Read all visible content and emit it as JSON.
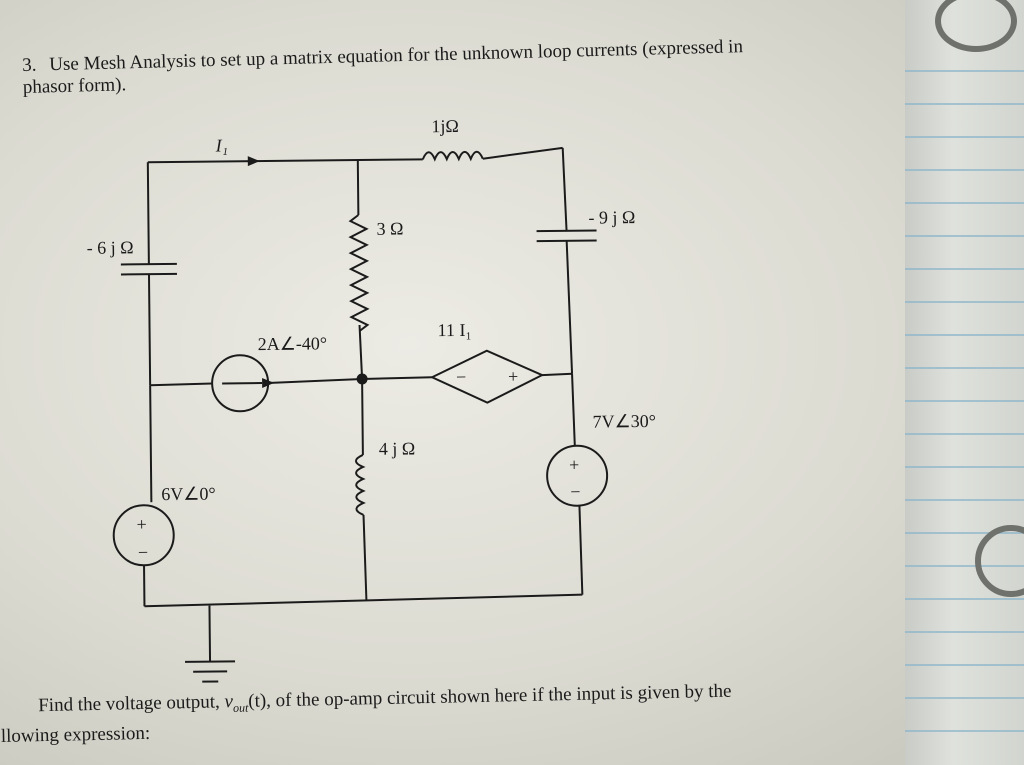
{
  "problem": {
    "number": "3.",
    "line1": "Use Mesh Analysis to set up a matrix equation for the unknown loop currents (expressed in",
    "line2": "phasor form)."
  },
  "circuit": {
    "mesh_current_label": "I₁",
    "inductor_top": "1jΩ",
    "capacitor_left": "- 6 j Ω",
    "resistor_mid": "3 Ω",
    "capacitor_right": "- 9 j Ω",
    "current_source": "2A∠-40°",
    "dependent_source": "11 I₁",
    "dependent_minus": "−",
    "dependent_plus": "+",
    "inductor_bottom": "4 j Ω",
    "voltage_source_right": "7V∠30°",
    "voltage_source_left": "6V∠0°",
    "plus_sign": "+",
    "minus_sign": "−"
  },
  "footer": {
    "line1_a": "Find the voltage output, ",
    "line1_var": "v",
    "line1_sub": "out",
    "line1_b": "(t), of the op-amp circuit shown here if the input is given by the",
    "line2": "llowing expression:"
  },
  "colors": {
    "ink": "#1b1b1b",
    "paper": "#e3e2da",
    "notebook_lines": "#8fb5c9"
  }
}
